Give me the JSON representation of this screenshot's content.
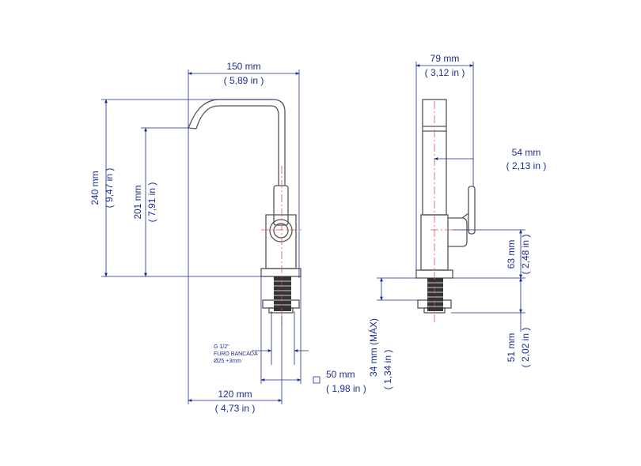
{
  "colors": {
    "outline": "#555555",
    "dimension": "#1a2d8f",
    "centerline": "#e05050",
    "thread": "#222222"
  },
  "front_view": {
    "width_top": {
      "mm": "150 mm",
      "in": "( 5,89 in )"
    },
    "height_total": {
      "mm": "240 mm",
      "in": "( 9,47 in )"
    },
    "height_spout": {
      "mm": "201 mm",
      "in": "( 7,91 in )"
    },
    "reach": {
      "mm": "120 mm",
      "in": "( 4,73 in )"
    },
    "base_diameter": {
      "mm": "50 mm",
      "in": "( 1,98 in )"
    },
    "thread_note": {
      "line1": "G 1/2\"",
      "line2": "FURO BANCADA",
      "line3": "Ø25 +3mm"
    }
  },
  "side_view": {
    "width_top": {
      "mm": "79 mm",
      "in": "( 3,12 in )"
    },
    "handle_offset": {
      "mm": "54 mm",
      "in": "( 2,13 in )"
    },
    "body_height": {
      "mm": "63 mm",
      "in": "( 2,48 in )"
    },
    "max_thickness": {
      "mm": "34 mm (MÁX)",
      "in": "( 1,34 in )"
    },
    "shank_length": {
      "mm": "51 mm",
      "in": "( 2,02 in )"
    }
  }
}
